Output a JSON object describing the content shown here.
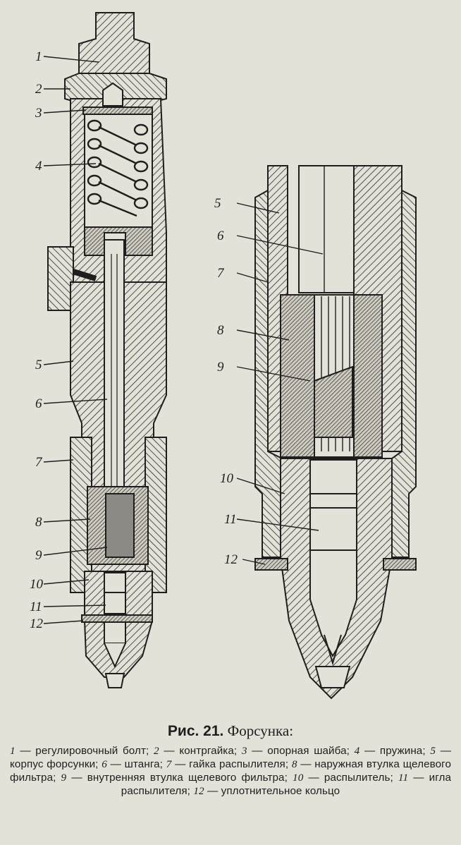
{
  "figure": {
    "caption_title_bold": "Рис. 21.",
    "caption_title_rest": " Форсунка:",
    "labels_left": [
      "1",
      "2",
      "3",
      "4",
      "5",
      "6",
      "7",
      "8",
      "9",
      "10",
      "11",
      "12"
    ],
    "labels_right": [
      "5",
      "6",
      "7",
      "8",
      "9",
      "10",
      "11",
      "12"
    ],
    "legend": [
      {
        "num": "1",
        "text": "регулировочный болт;"
      },
      {
        "num": "2",
        "text": "контргайка;"
      },
      {
        "num": "3",
        "text": "опорная шайба;"
      },
      {
        "num": "4",
        "text": "пружина;"
      },
      {
        "num": "5",
        "text": "корпус форсунки;"
      },
      {
        "num": "6",
        "text": "штанга;"
      },
      {
        "num": "7",
        "text": "гайка распылителя;"
      },
      {
        "num": "8",
        "text": "наружная втулка щелевого фильтра;"
      },
      {
        "num": "9",
        "text": "внутренняя втулка щелевого фильтра;"
      },
      {
        "num": "10",
        "text": "распылитель;"
      },
      {
        "num": "11",
        "text": "игла распылителя;"
      },
      {
        "num": "12",
        "text": "уплотнительное кольцо"
      }
    ]
  },
  "colors": {
    "ink": "#1e1e1e",
    "paper": "#e4e1d8",
    "hatch": "#2a2a2a"
  }
}
